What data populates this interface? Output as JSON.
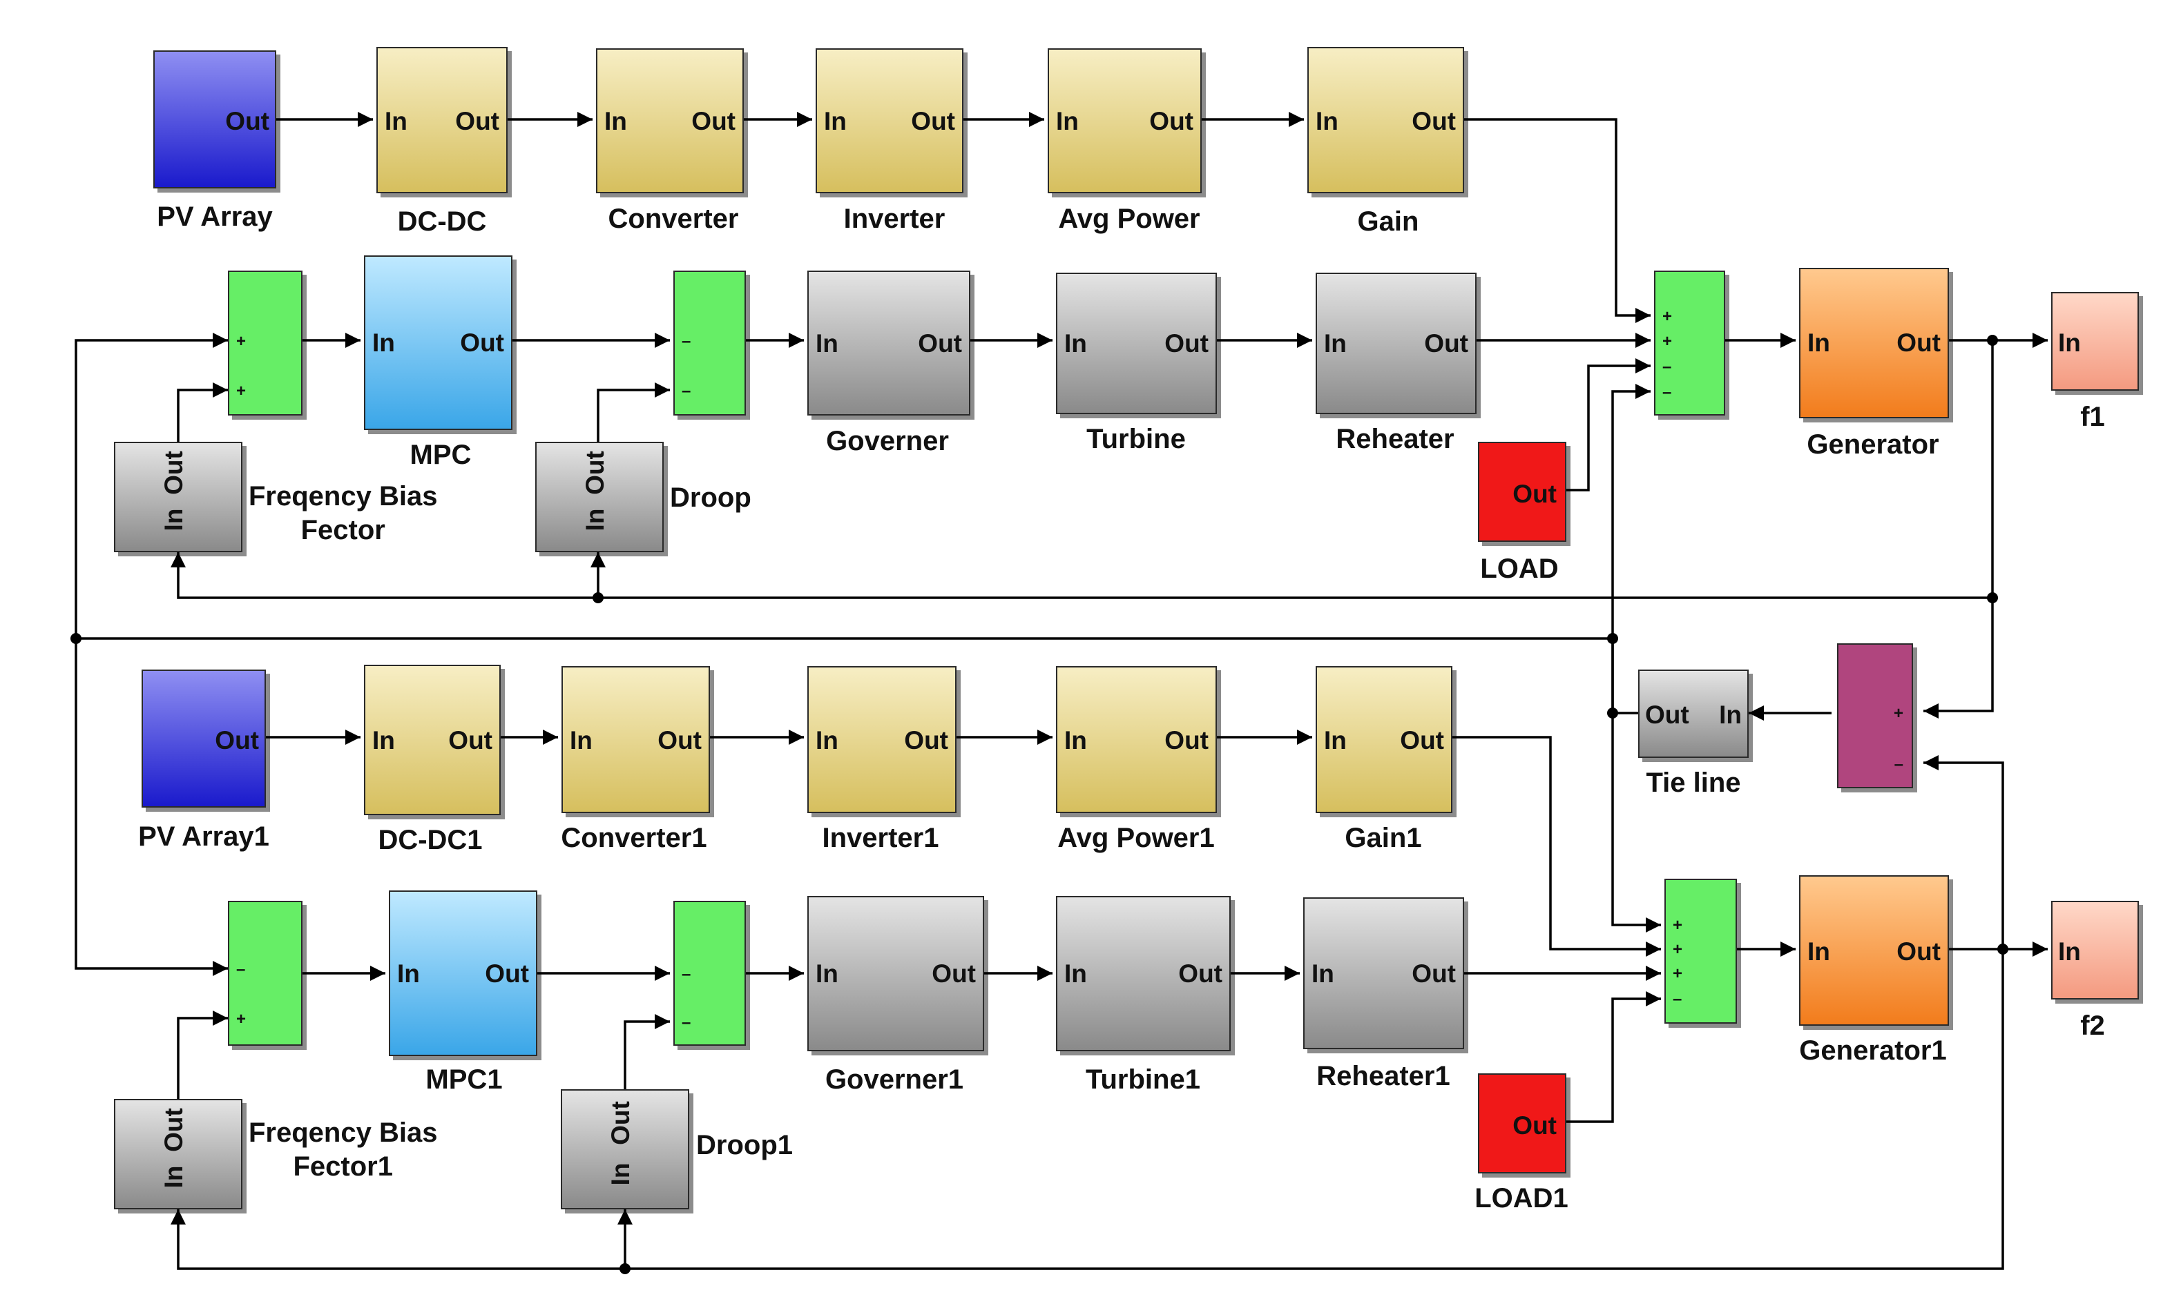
{
  "colors": {
    "pv_array": "#2a2ad6",
    "subsystem": "#e4cf7a",
    "gray_block": "#a8a8a8",
    "sum_block": "#66ee66",
    "mpc": "#67c5f5",
    "generator": "#f7953a",
    "load": "#f01818",
    "scope": "#f9b9a4",
    "tie_sum": "#b0457e",
    "wire": "#000000"
  },
  "ports": {
    "in": "In",
    "out": "Out"
  },
  "area1": {
    "pv": "PV Array",
    "dcdc": "DC-DC",
    "converter": "Converter",
    "inverter": "Inverter",
    "avg_power": "Avg Power",
    "gain": "Gain",
    "mpc": "MPC",
    "freq_bias_line1": "Freqency Bias",
    "freq_bias_line2": "Fector",
    "droop": "Droop",
    "governor": "Governer",
    "turbine": "Turbine",
    "reheater": "Reheater",
    "load": "LOAD",
    "generator": "Generator",
    "scope": "f1",
    "sum_bias_signs": [
      "+",
      "+"
    ],
    "sum_droop_signs": [
      "–",
      "–"
    ],
    "sum_main_signs": [
      "+",
      "+",
      "–",
      "–"
    ]
  },
  "area2": {
    "pv": "PV Array1",
    "dcdc": "DC-DC1",
    "converter": "Converter1",
    "inverter": "Inverter1",
    "avg_power": "Avg Power1",
    "gain": "Gain1",
    "mpc": "MPC1",
    "freq_bias_line1": "Freqency Bias",
    "freq_bias_line2": "Fector1",
    "droop": "Droop1",
    "governor": "Governer1",
    "turbine": "Turbine1",
    "reheater": "Reheater1",
    "load": "LOAD1",
    "generator": "Generator1",
    "scope": "f2",
    "sum_bias_signs": [
      "–",
      "+"
    ],
    "sum_droop_signs": [
      "–",
      "–"
    ],
    "sum_main_signs": [
      "+",
      "+",
      "+",
      "–"
    ]
  },
  "tie": {
    "label": "Tie line",
    "sum_signs": [
      "+",
      "–"
    ]
  }
}
